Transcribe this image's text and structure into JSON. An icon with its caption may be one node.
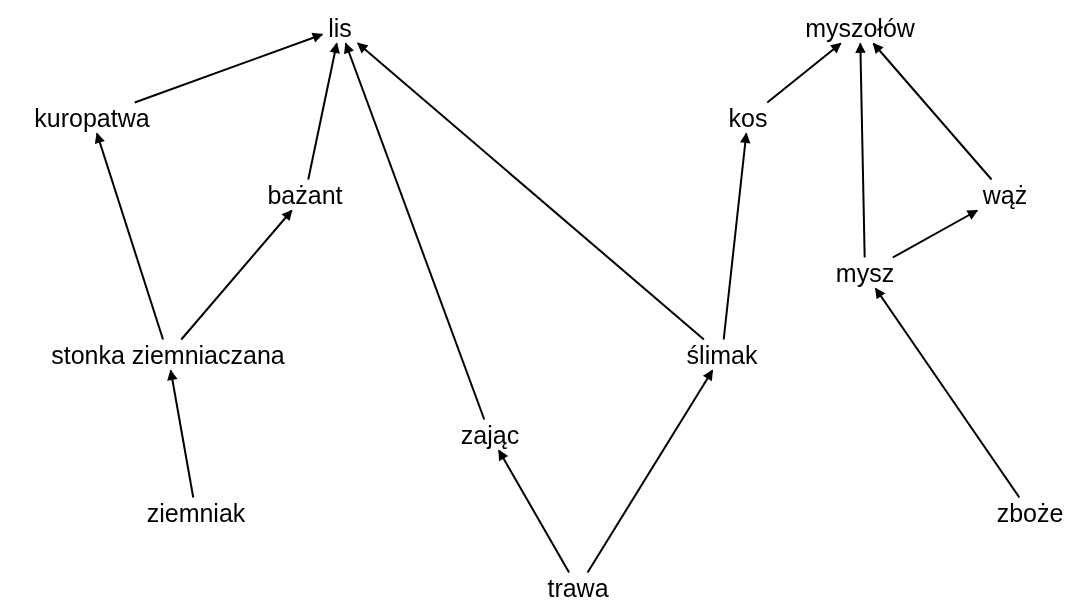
{
  "diagram": {
    "nodes": [
      {
        "text": [
          "lis"
        ]
      },
      {
        "text": [
          "myszołów"
        ]
      },
      {
        "text": [
          "kuropatwa"
        ]
      },
      {
        "text": [
          "kos"
        ]
      },
      {
        "text": [
          "bażant"
        ]
      },
      {
        "text": [
          "wąż"
        ]
      },
      {
        "text": [
          "mysz"
        ]
      },
      {
        "text": [
          "stonka ziemniaczana"
        ]
      },
      {
        "text": [
          "ślimak"
        ]
      },
      {
        "text": [
          "zając"
        ]
      },
      {
        "text": [
          "ziemniak"
        ]
      },
      {
        "text": [
          "zboże"
        ]
      },
      {
        "text": [
          "trawa"
        ]
      }
    ],
    "edges": [
      {
        "from": 2,
        "to": 0,
        "arrow": "to"
      },
      {
        "from": 4,
        "to": 0,
        "arrow": "to"
      },
      {
        "from": 9,
        "to": 0,
        "arrow": "to"
      },
      {
        "from": 8,
        "to": 0,
        "arrow": "to"
      },
      {
        "from": 3,
        "to": 1,
        "arrow": "to"
      },
      {
        "from": 6,
        "to": 1,
        "arrow": "to"
      },
      {
        "from": 5,
        "to": 1,
        "arrow": "to"
      },
      {
        "from": 7,
        "to": 2,
        "arrow": "to"
      },
      {
        "from": 7,
        "to": 4,
        "arrow": "to"
      },
      {
        "from": 8,
        "to": 3,
        "arrow": "to"
      },
      {
        "from": 6,
        "to": 5,
        "arrow": "to"
      },
      {
        "from": 11,
        "to": 6,
        "arrow": "to"
      },
      {
        "from": 10,
        "to": 7,
        "arrow": "to"
      },
      {
        "from": 12,
        "to": 9,
        "arrow": "to"
      },
      {
        "from": 12,
        "to": 8,
        "arrow": "to"
      }
    ]
  }
}
